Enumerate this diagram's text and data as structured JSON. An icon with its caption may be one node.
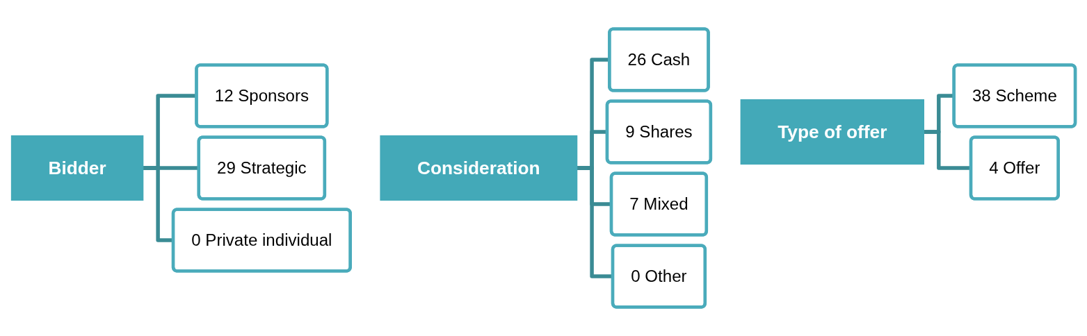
{
  "diagram": {
    "nodes": [
      {
        "text": [
          "Bidder"
        ]
      },
      {
        "text": [
          "12 Sponsors"
        ]
      },
      {
        "text": [
          "29 Strategic"
        ]
      },
      {
        "text": [
          "0 Private individual"
        ]
      },
      {
        "text": [
          "Consideration"
        ]
      },
      {
        "text": [
          "26 Cash"
        ]
      },
      {
        "text": [
          "9 Shares"
        ]
      },
      {
        "text": [
          "7 Mixed"
        ]
      },
      {
        "text": [
          "0 Other"
        ]
      },
      {
        "text": [
          "Type of offer"
        ]
      },
      {
        "text": [
          "38 Scheme"
        ]
      },
      {
        "text": [
          "4 Offer"
        ]
      }
    ],
    "edges": [
      {
        "from": 0,
        "to": 1,
        "arrow": "none"
      },
      {
        "from": 0,
        "to": 2,
        "arrow": "none"
      },
      {
        "from": 0,
        "to": 3,
        "arrow": "none"
      },
      {
        "from": 4,
        "to": 5,
        "arrow": "none"
      },
      {
        "from": 4,
        "to": 6,
        "arrow": "none"
      },
      {
        "from": 4,
        "to": 7,
        "arrow": "none"
      },
      {
        "from": 4,
        "to": 8,
        "arrow": "none"
      },
      {
        "from": 9,
        "to": 10,
        "arrow": "none"
      },
      {
        "from": 9,
        "to": 11,
        "arrow": "none"
      }
    ]
  }
}
